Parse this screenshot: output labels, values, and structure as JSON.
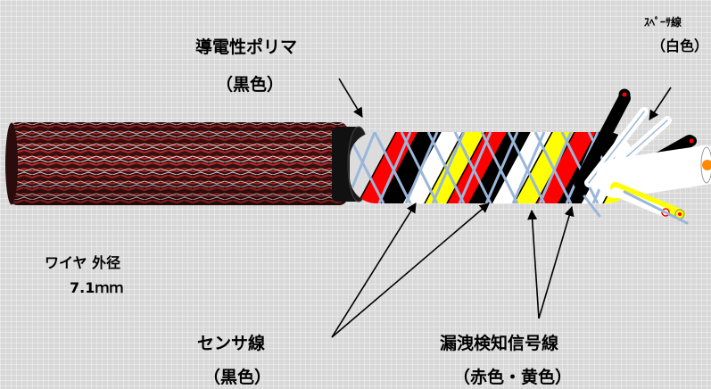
{
  "labels": {
    "conductive_polymer": "導電性ポリマ",
    "conductive_polymer_color": "（黒色）",
    "spacer_wire": "ｽﾍﾟｰｻ線",
    "spacer_wire_color": "（白色）",
    "wire_od_title": "ワイヤ 外径",
    "wire_od_value": "7.1ｍｍ",
    "sensor_wire": "センサ線",
    "sensor_wire_color": "（黒色）",
    "leak_signal_wire": "漏洩検知信号線",
    "leak_signal_wire_color": "（赤色・黄色）"
  },
  "colors": {
    "braid_dark": "#3a1010",
    "braid_red": "#b02020",
    "jacket": "#111111",
    "red_wire": "#ff0000",
    "yellow_wire": "#ffff00",
    "white_wire": "#ffffff",
    "black_wire": "#000000",
    "spacer_blue": "#9ab6da",
    "core_orange": "#ff8a00"
  }
}
